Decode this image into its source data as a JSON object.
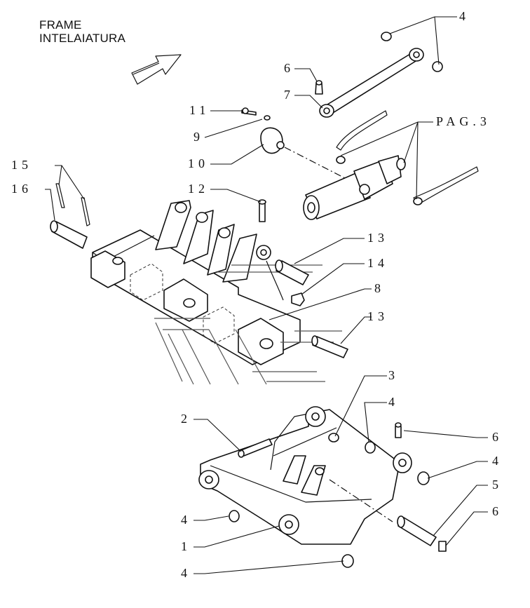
{
  "title": {
    "line1": "FRAME",
    "line2": "INTELAIATURA"
  },
  "callouts": [
    {
      "id": "c4a",
      "text": "4"
    },
    {
      "id": "c6a",
      "text": "6"
    },
    {
      "id": "c7",
      "text": "7"
    },
    {
      "id": "cpag",
      "text": "PAG.3"
    },
    {
      "id": "c11",
      "text": "11"
    },
    {
      "id": "c9",
      "text": "9"
    },
    {
      "id": "c10",
      "text": "10"
    },
    {
      "id": "c15",
      "text": "15"
    },
    {
      "id": "c16",
      "text": "16"
    },
    {
      "id": "c12",
      "text": "12"
    },
    {
      "id": "c13a",
      "text": "13"
    },
    {
      "id": "c14",
      "text": "14"
    },
    {
      "id": "c8",
      "text": "8"
    },
    {
      "id": "c13b",
      "text": "13"
    },
    {
      "id": "c3",
      "text": "3"
    },
    {
      "id": "c2",
      "text": "2"
    },
    {
      "id": "c4b",
      "text": "4"
    },
    {
      "id": "c6b",
      "text": "6"
    },
    {
      "id": "c4c",
      "text": "4"
    },
    {
      "id": "c5",
      "text": "5"
    },
    {
      "id": "c6c",
      "text": "6"
    },
    {
      "id": "c4d",
      "text": "4"
    },
    {
      "id": "c1",
      "text": "1"
    },
    {
      "id": "c4e",
      "text": "4"
    }
  ]
}
